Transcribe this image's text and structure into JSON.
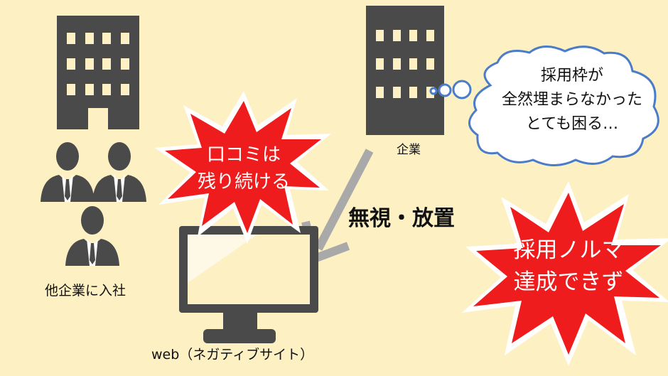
{
  "labels": {
    "other_company": "他企業に入社",
    "company": "企業",
    "web": "web（ネガティブサイト）",
    "ignore": "無視・放置"
  },
  "burst_reviews": {
    "line1": "口コミは",
    "line2": "残り続ける"
  },
  "burst_quota": {
    "line1": "採用ノルマ",
    "line2": "達成できず"
  },
  "thought": {
    "line1": "採用枠が",
    "line2": "全然埋まらなかった",
    "line3": "とても困る…"
  },
  "colors": {
    "background": "#FDF0C3",
    "icon": "#4a4a4a",
    "burst": "#EE1C1C",
    "cloud_border": "#4A7CC9",
    "arrow": "#a9a9a9"
  }
}
